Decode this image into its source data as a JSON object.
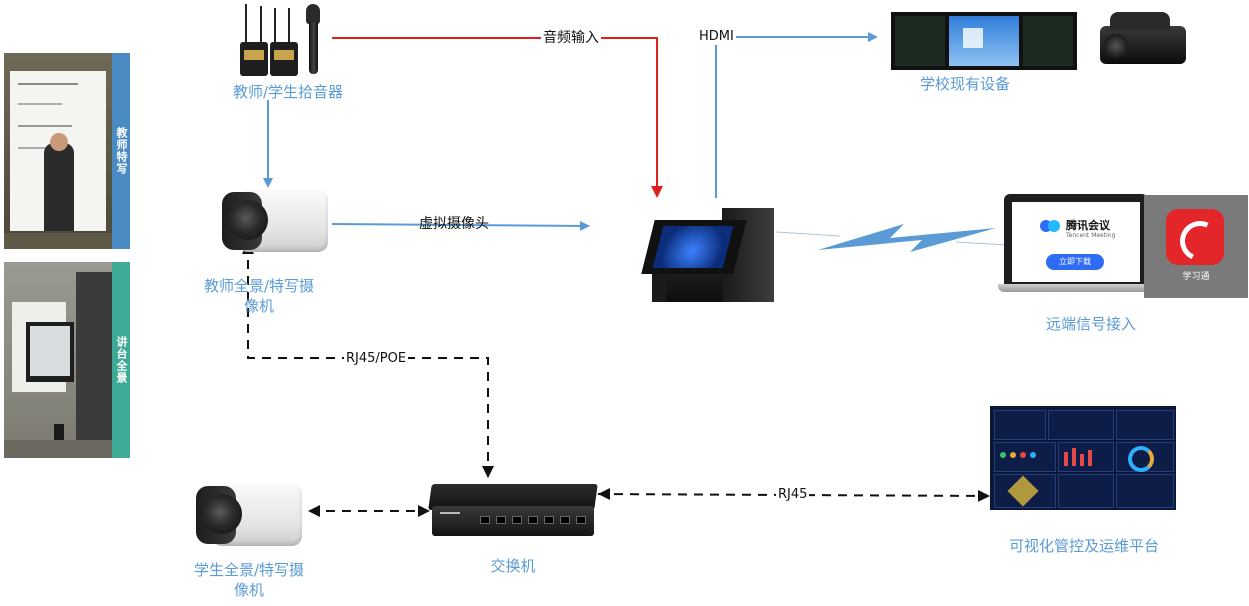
{
  "labels": {
    "mic": "教师/学生拾音器",
    "teacher_cam_line1": "教师全景/特写摄",
    "teacher_cam_line2": "像机",
    "student_cam_line1": "学生全景/特写摄",
    "student_cam_line2": "像机",
    "switch": "交换机",
    "school_devices": "学校现有设备",
    "remote": "远端信号接入",
    "platform": "可视化管控及运维平台"
  },
  "connections": {
    "audio_input": "音频输入",
    "hdmi": "HDMI",
    "virtual_camera": "虚拟摄像头",
    "rj45_poe": "RJ45/POE",
    "rj45": "RJ45"
  },
  "apps": {
    "tencent_name": "腾讯会议",
    "tencent_sub": "Tencent Meeting",
    "tencent_button": "立即下载",
    "xuexitong": "学习通"
  },
  "side_photos": {
    "top_bar_text": "教师特写",
    "bottom_bar_text": "讲台全景"
  },
  "colors": {
    "label_blue": "#5b9bd5",
    "arrow_blue": "#5b9bd5",
    "arrow_red": "#e0201e",
    "dashed": "#111111",
    "bar_blue": "#4a8bc4",
    "bar_teal": "#3daa95"
  }
}
